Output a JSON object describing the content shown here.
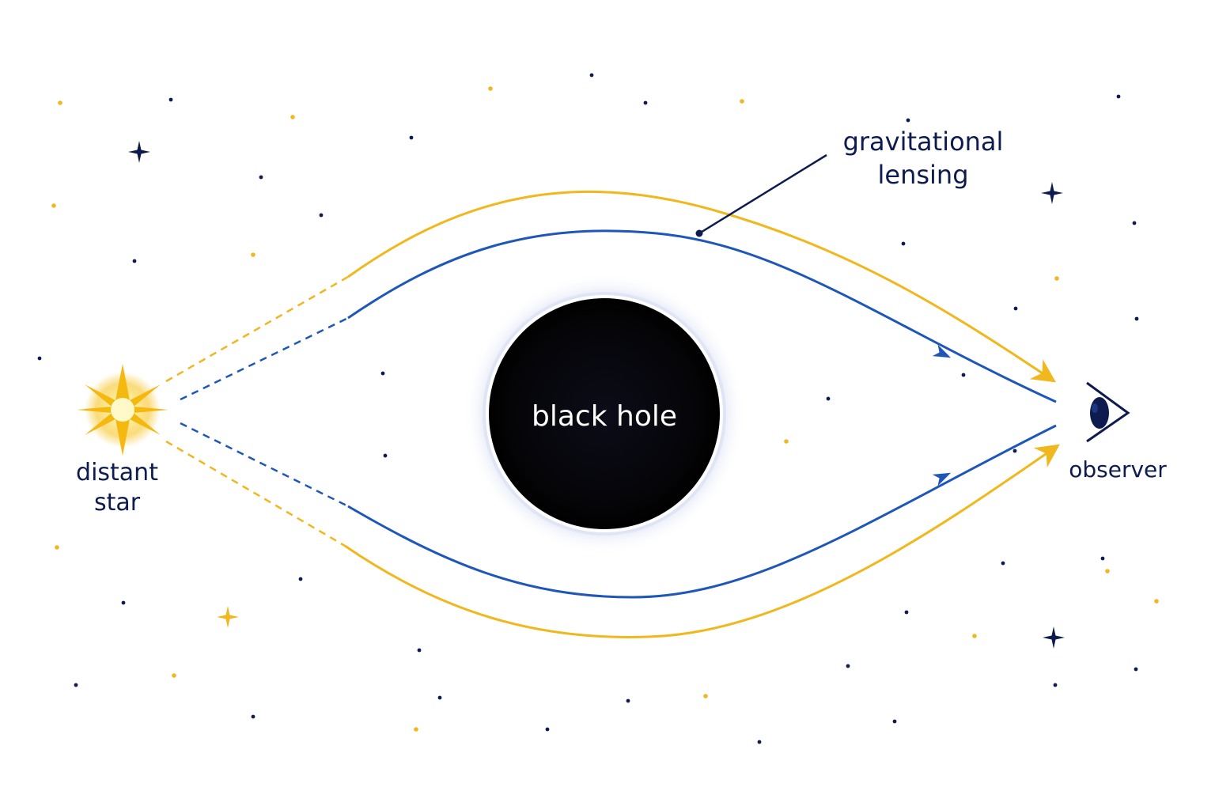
{
  "labels": {
    "source_line1": "distant",
    "source_line2": "star",
    "lens": "black hole",
    "annotation_line1": "gravitational",
    "annotation_line2": "lensing",
    "observer": "observer"
  },
  "colors": {
    "background": "#ffffff",
    "navy": "#0d1b4f",
    "blue_ray": "#1e57b8",
    "yellow_ray": "#f0b81e",
    "black_hole": "#000000",
    "black_hole_glow": "#c9d3ee",
    "star_core": "#fff4b0",
    "star_rays": "#f5b80f"
  },
  "icons": {
    "source": "star-burst-icon",
    "observer": "eye-icon",
    "decor": "sparkle-icon"
  }
}
